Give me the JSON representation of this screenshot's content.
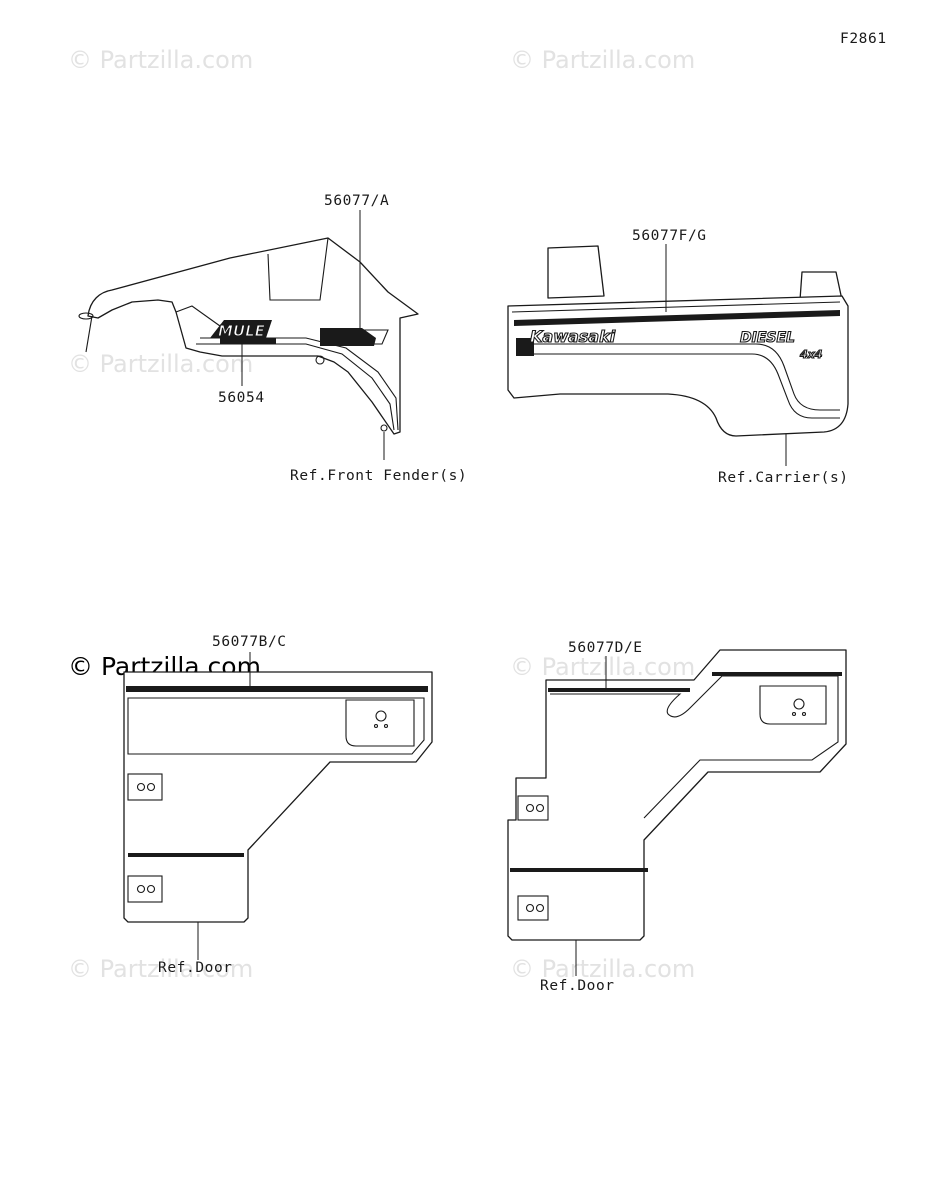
{
  "figure_code": "F2861",
  "watermark": "© Partzilla.com",
  "callouts": {
    "fender_decal": "56077/A",
    "fender_emblem": "56054",
    "front_fender_ref": "Ref.Front Fender(s)",
    "carrier_decal": "56077F/G",
    "carrier_ref": "Ref.Carrier(s)",
    "left_door_decal": "56077B/C",
    "left_door_ref": "Ref.Door",
    "right_door_decal": "56077D/E",
    "right_door_ref": "Ref.Door"
  },
  "decal_text": {
    "mule": "MULE",
    "brand": "Kawasaki",
    "fuel": "DIESEL",
    "drive": "4x4"
  }
}
